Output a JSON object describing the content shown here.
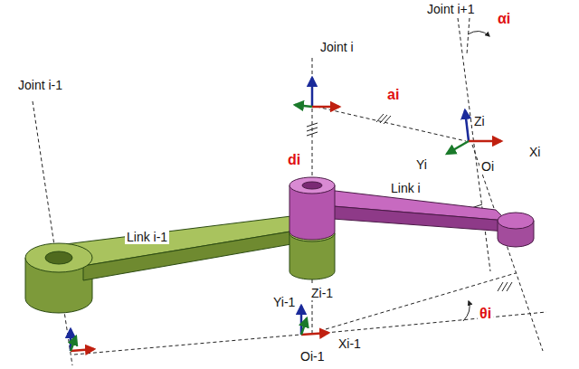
{
  "diagram": {
    "labels": [
      "Joint i+1",
      "αi",
      "Joint i",
      "ai",
      "Zi",
      "Xi",
      "Yi",
      "Oi",
      "Joint i-1",
      "di",
      "Link i",
      "Link i-1",
      "Zi-1",
      "Yi-1",
      "θi",
      "Xi-1",
      "Oi-1"
    ]
  }
}
